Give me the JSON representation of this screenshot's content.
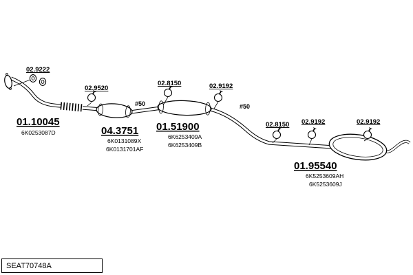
{
  "colors": {
    "ink": "#000000",
    "background": "#ffffff"
  },
  "footer": {
    "drawing_code": "SEAT70748A"
  },
  "parts": {
    "front_pipe": {
      "number": "01.10045",
      "codes": [
        "6K0253087D"
      ]
    },
    "catalyst": {
      "number": "04.3751",
      "codes": [
        "6K0131089X",
        "6K0131701AF"
      ]
    },
    "middle_silencer": {
      "number": "01.51900",
      "codes": [
        "6K6253409A",
        "6K6253409B"
      ]
    },
    "rear_silencer": {
      "number": "01.95540",
      "codes": [
        "6K5253609AH",
        "6K5253609J"
      ]
    }
  },
  "fittings": {
    "gasket": {
      "number": "02.9222",
      "icon": "gasket-icon"
    },
    "clamp_front": {
      "number": "02.9520",
      "icon": "clamp-icon"
    },
    "clamp_mid_inlet": {
      "number": "02.8150",
      "icon": "clamp-icon"
    },
    "clamp_mid_outlet": {
      "number": "02.9192",
      "icon": "clamp-icon"
    },
    "clamp_rear_inlet": {
      "number": "02.8150",
      "icon": "clamp-icon"
    },
    "clamp_rear_a": {
      "number": "02.9192",
      "icon": "clamp-icon"
    },
    "clamp_rear_b": {
      "number": "02.9192",
      "icon": "clamp-icon"
    }
  },
  "pipe_notes": {
    "note_front": "#50",
    "note_mid": "#50"
  }
}
